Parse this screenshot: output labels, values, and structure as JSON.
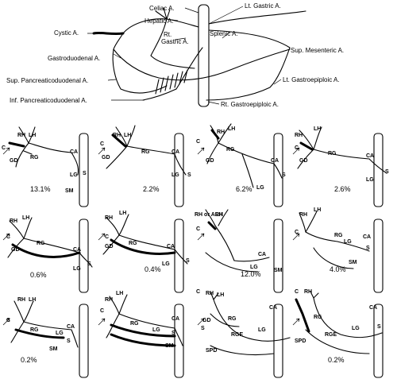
{
  "top_diagram": {
    "labels": {
      "celiac": "Celiac A.",
      "lt_gastric": "Lt. Gastric A.",
      "hepatic": "Hepatic A.",
      "cystic": "Cystic A.",
      "rt_gastric_1": "Rt.",
      "rt_gastric_2": "Gastric A.",
      "splenic": "Splenic A.",
      "gastroduodenal": "Gastroduodenal A.",
      "sup_mesenteric": "Sup. Mesenteric A.",
      "sup_pancreaticoduodenal": "Sup. Pancreaticoduodenal A.",
      "lt_gastroepiploic": "Lt. Gastroepiploic A.",
      "inf_pancreaticoduodenal": "Inf. Pancreaticoduodenal A.",
      "rt_gastroepiploic": "Rt. Gastroepiploic A."
    }
  },
  "abbrev": {
    "RH": "RH",
    "LH": "LH",
    "C": "C",
    "GD": "GD",
    "RG": "RG",
    "CA": "CA",
    "S": "S",
    "LG": "LG",
    "SM": "SM",
    "RGE": "RGE",
    "SPD": "SPD",
    "RH_or_ARH": "RH or ARH"
  },
  "variants": [
    {
      "percent": "13.1%"
    },
    {
      "percent": "2.2%"
    },
    {
      "percent": "6.2%"
    },
    {
      "percent": "2.6%"
    },
    {
      "percent": "0.6%"
    },
    {
      "percent": "0.4%"
    },
    {
      "percent": "12.0%"
    },
    {
      "percent": "4.0%"
    },
    {
      "percent": "0.2%"
    },
    {
      "percent": ""
    },
    {
      "percent": ""
    },
    {
      "percent": "0.2%"
    }
  ]
}
